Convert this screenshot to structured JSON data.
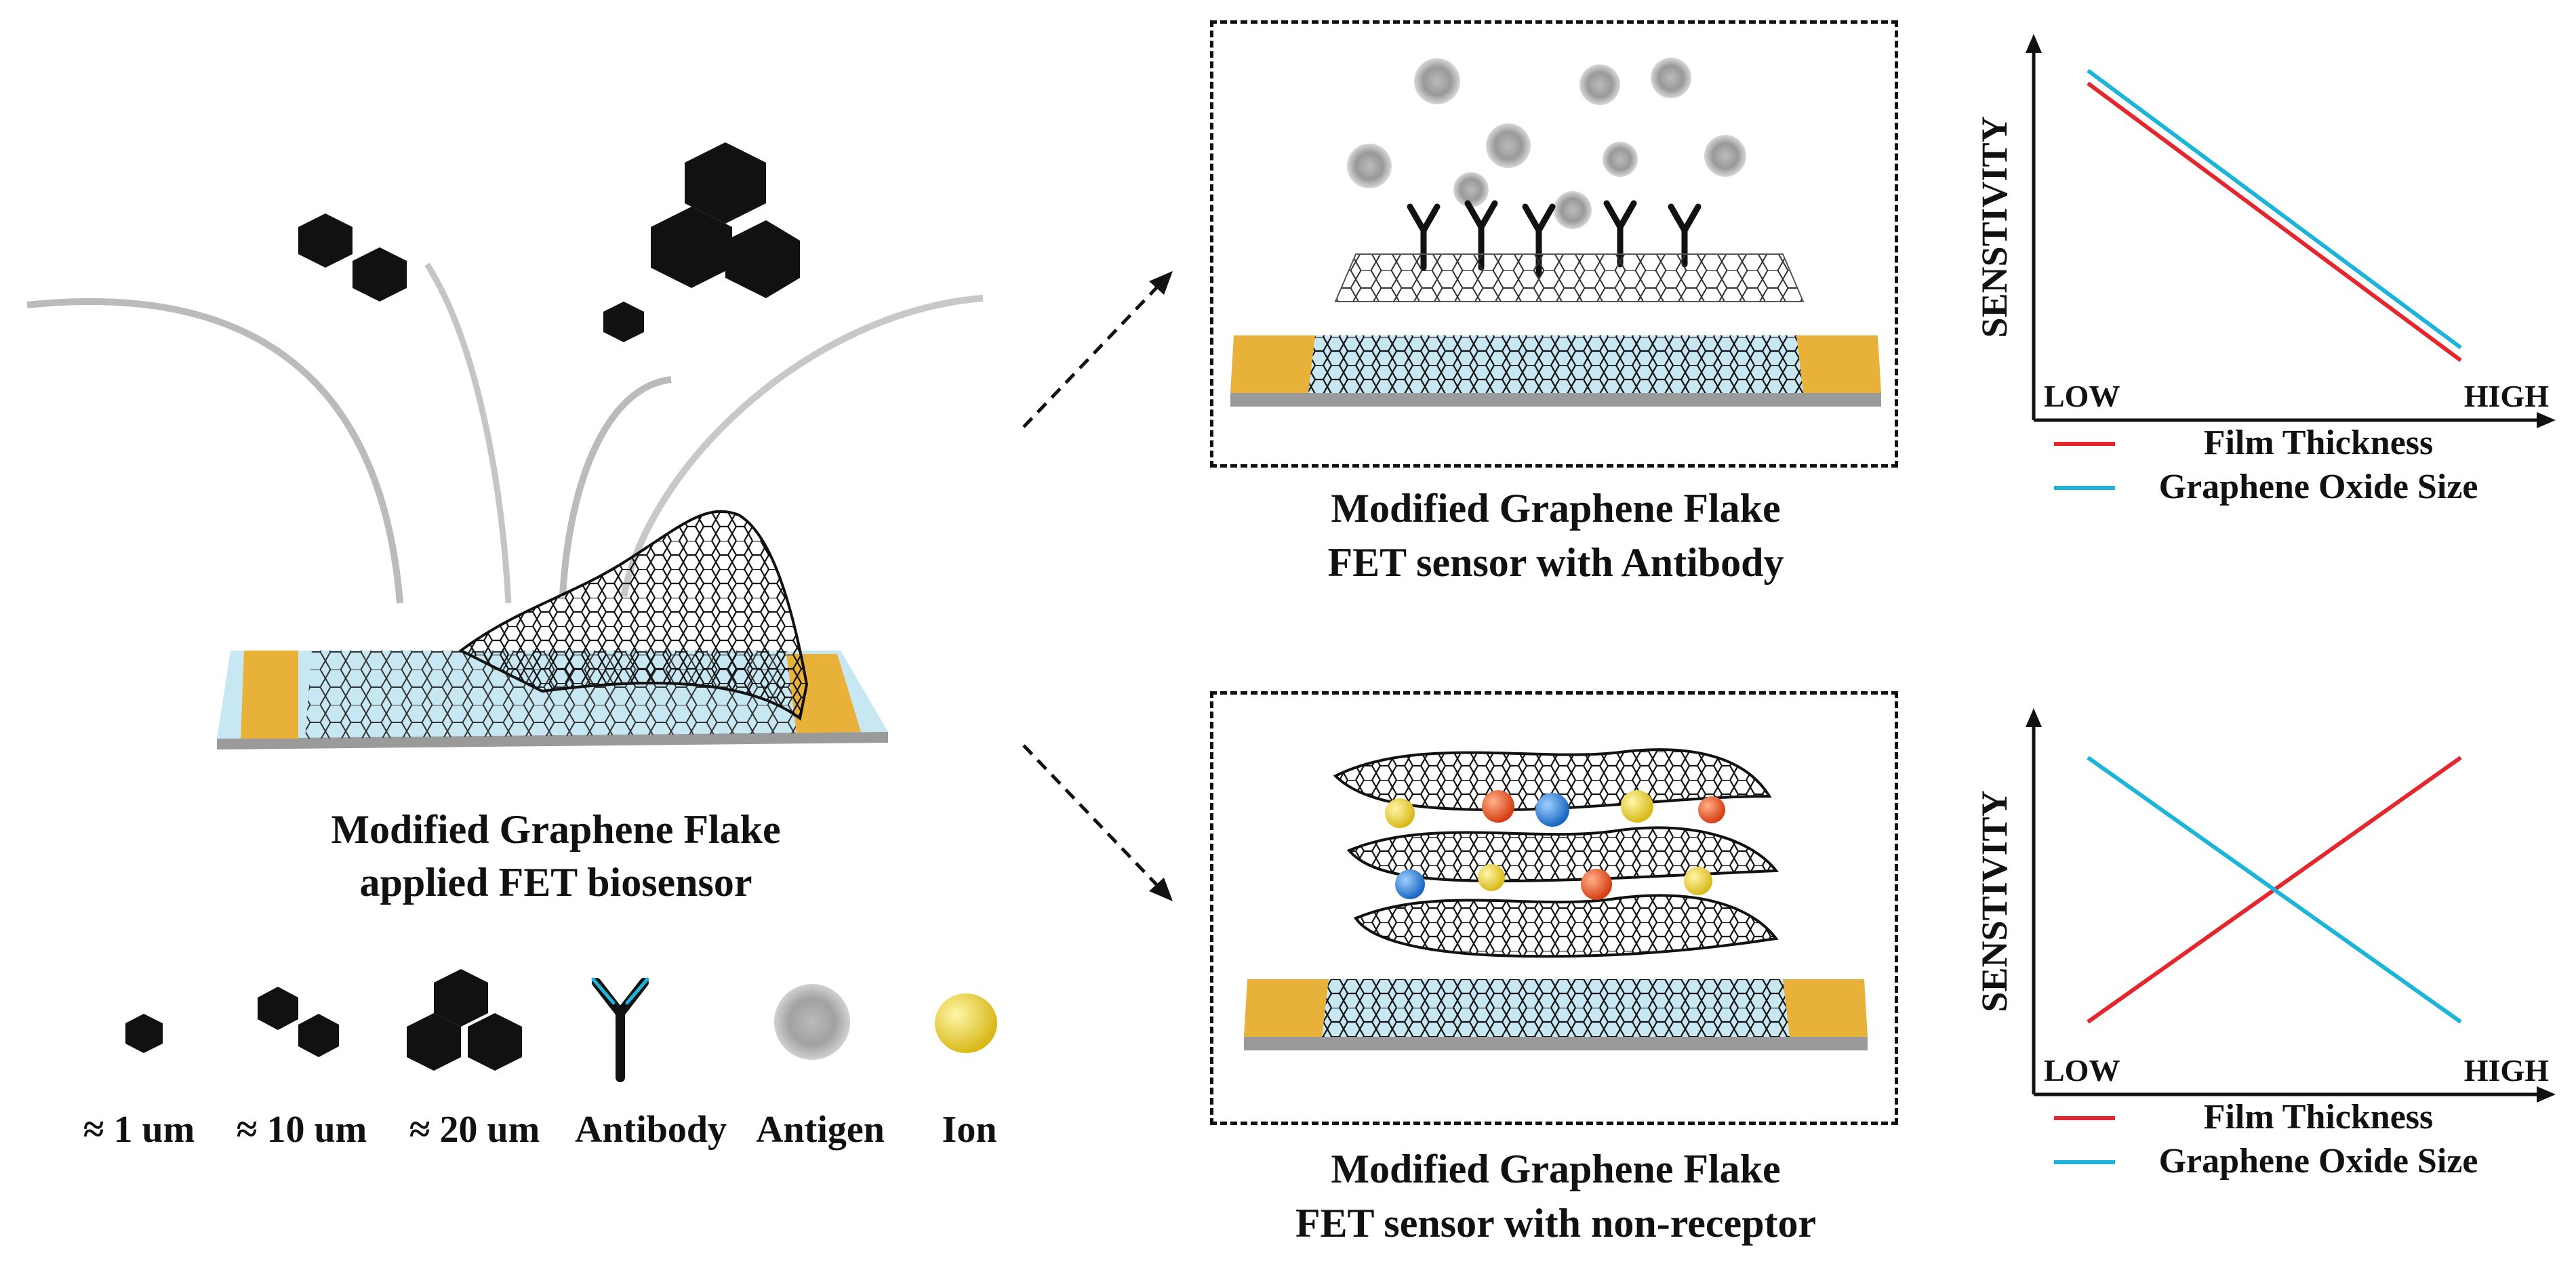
{
  "left_panel": {
    "caption_line1": "Modified Graphene Flake",
    "caption_line2": "applied FET biosensor"
  },
  "top_panel": {
    "caption_line1": "Modified Graphene Flake",
    "caption_line2": "FET sensor with Antibody"
  },
  "bottom_panel": {
    "caption_line1": "Modified Graphene Flake",
    "caption_line2": "FET sensor with non-receptor"
  },
  "legend": {
    "items": [
      {
        "label": "≈ 1 um"
      },
      {
        "label": "≈ 10 um"
      },
      {
        "label": "≈ 20 um"
      },
      {
        "label": "Antibody"
      },
      {
        "label": "Antigen"
      },
      {
        "label": "Ion"
      }
    ]
  },
  "colors": {
    "electrode": "#e8b23a",
    "substrate": "#bfe4f0",
    "film_thickness": "#e5272d",
    "graphene_oxide_size": "#1cb4d9",
    "ion_yellow": "#e9d23a",
    "ion_orange": "#f0552a",
    "ion_blue": "#2a8be6"
  },
  "chart_data": [
    {
      "type": "line",
      "ylabel": "SENSTIVITY",
      "x_tick_labels": [
        "LOW",
        "HIGH"
      ],
      "series": [
        {
          "name": "Film Thickness",
          "trend": "decreasing",
          "y": [
            0.93,
            0.06
          ]
        },
        {
          "name": "Graphene Oxide Size",
          "trend": "decreasing",
          "y": [
            0.97,
            0.1
          ]
        }
      ]
    },
    {
      "type": "line",
      "ylabel": "SENSTIVITY",
      "x_tick_labels": [
        "LOW",
        "HIGH"
      ],
      "series": [
        {
          "name": "Film Thickness",
          "trend": "increasing",
          "y": [
            0.1,
            0.93
          ]
        },
        {
          "name": "Graphene Oxide Size",
          "trend": "decreasing",
          "y": [
            0.93,
            0.1
          ]
        }
      ]
    }
  ]
}
